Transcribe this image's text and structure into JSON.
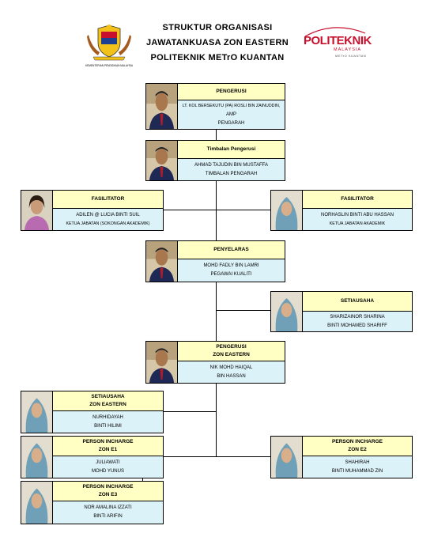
{
  "header": {
    "title_lines": [
      "STRUKTUR  ORGANISASI",
      "JAWATANKUASA ZON EASTERN",
      "POLITEKNIK METrO KUANTAN"
    ],
    "left_logo_caption": "KEMENTERIAN PENDIDIKAN MALAYSIA",
    "right_logo": {
      "name": "POLITEKNIK",
      "sub": "MALAYSIA",
      "sub2": "METrO KUANTAN"
    }
  },
  "colors": {
    "role_bg": "#ffffc4",
    "detail_bg": "#dcf2f9",
    "brand_red": "#c8102e"
  },
  "members": {
    "pengerusi": {
      "role": [
        "PENGERUSI"
      ],
      "details": [
        "LT. KOL BERSEKUTU (PA) ROSLI BIN ZAINUDDIN,",
        "AMP",
        "PENGARAH"
      ],
      "photo": "male-photo"
    },
    "timbalan": {
      "role": [
        "Timbalan Pengerusi"
      ],
      "details": [
        "AHMAD TAJUDIN BIN MUSTAFFA",
        "TIMBALAN PENGARAH"
      ],
      "photo": "male-photo"
    },
    "fasilitator_left": {
      "role": [
        "FASILITATOR"
      ],
      "details": [
        "ADILEN @ LUCIA BINTI SUIL",
        "KETUA JABATAN (SOKONGAN AKADEMIK)"
      ],
      "photo": "female-photo"
    },
    "fasilitator_right": {
      "role": [
        "FASILITATOR"
      ],
      "details": [
        "NORHASLIN BINTI ABU HASSAN",
        "KETUA JABATAN AKADEMIK"
      ],
      "photo": "female-hijab-photo"
    },
    "penyelaras": {
      "role": [
        "PENYELARAS"
      ],
      "details": [
        "MOHD FADLY BIN LAMRI",
        "PEGAWAI KUALITI"
      ],
      "photo": "male-photo"
    },
    "setiausaha": {
      "role": [
        "SETIAUSAHA"
      ],
      "details": [
        "SHARIZAINOR SHARINA",
        "BINTI MOHAMED SHARIFF"
      ],
      "photo": "female-hijab-photo"
    },
    "pengerusi_zon": {
      "role": [
        "PENGERUSI",
        "ZON  EASTERN"
      ],
      "details": [
        "NIK MOHD HAIQAL",
        "BIN HASSAN"
      ],
      "photo": "male-photo"
    },
    "setiausaha_zon": {
      "role": [
        "SETIAUSAHA",
        "ZON  EASTERN"
      ],
      "details": [
        "NURHIDAYAH",
        "BINTI HILIMI"
      ],
      "photo": "female-hijab-photo"
    },
    "pic_e1": {
      "role": [
        "PERSON INCHARGE",
        "ZON  E1"
      ],
      "details": [
        "JULIAWATI",
        "MOHD YUNUS"
      ],
      "photo": "female-hijab-photo"
    },
    "pic_e2": {
      "role": [
        "PERSON INCHARGE",
        "ZON  E2"
      ],
      "details": [
        "SHAHIRAH",
        "BINTI MUHAMMAD ZIN"
      ],
      "photo": "female-hijab-photo"
    },
    "pic_e3": {
      "role": [
        "PERSON INCHARGE",
        "ZON  E3"
      ],
      "details": [
        "NOR AMALINA IZZATI",
        "BINTI ARIFIN"
      ],
      "photo": "female-hijab-photo"
    }
  }
}
